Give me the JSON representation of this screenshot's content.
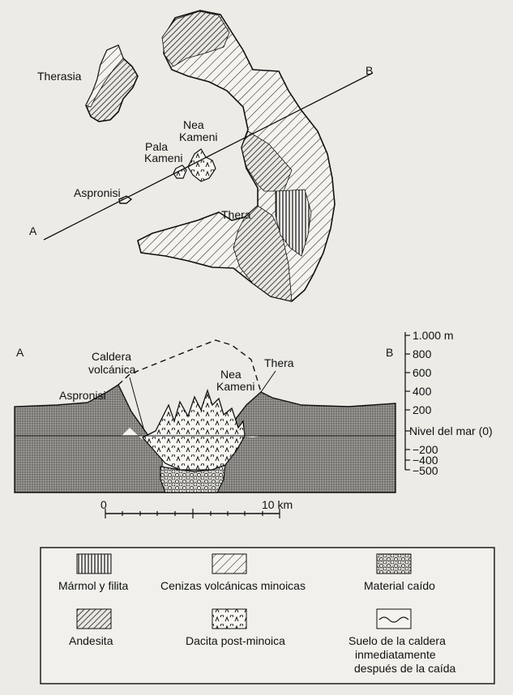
{
  "map": {
    "islands": {
      "therasia": "Therasia",
      "nea_kameni": [
        "Nea",
        "Kameni"
      ],
      "pala_kameni": [
        "Pala",
        "Kameni"
      ],
      "aspronisi": "Aspronisi",
      "thera": "Thera"
    },
    "line_start": "A",
    "line_end": "B"
  },
  "section": {
    "end_a": "A",
    "end_b": "B",
    "labels": {
      "caldera": [
        "Caldera",
        "volcánica"
      ],
      "aspronisi": "Aspronisi",
      "thera": "Thera",
      "nea_kameni": [
        "Nea",
        "Kameni"
      ]
    },
    "elevation_ticks": [
      "1.000 m",
      "800",
      "600",
      "400",
      "200",
      "Nivel del mar (0)",
      "−200",
      "−400",
      "−500"
    ],
    "scale": {
      "zero": "0",
      "ten": "10 km"
    }
  },
  "legend": {
    "items": [
      {
        "key": "marmol",
        "label": "Mármol y filita"
      },
      {
        "key": "cenizas",
        "label": "Cenizas volcánicas minoicas"
      },
      {
        "key": "material",
        "label": "Material caído"
      },
      {
        "key": "andesita",
        "label": "Andesita"
      },
      {
        "key": "dacita",
        "label": "Dacita post-minoica"
      },
      {
        "key": "suelo",
        "label": "Suelo de la caldera inmediatamente después de la caída"
      }
    ]
  }
}
